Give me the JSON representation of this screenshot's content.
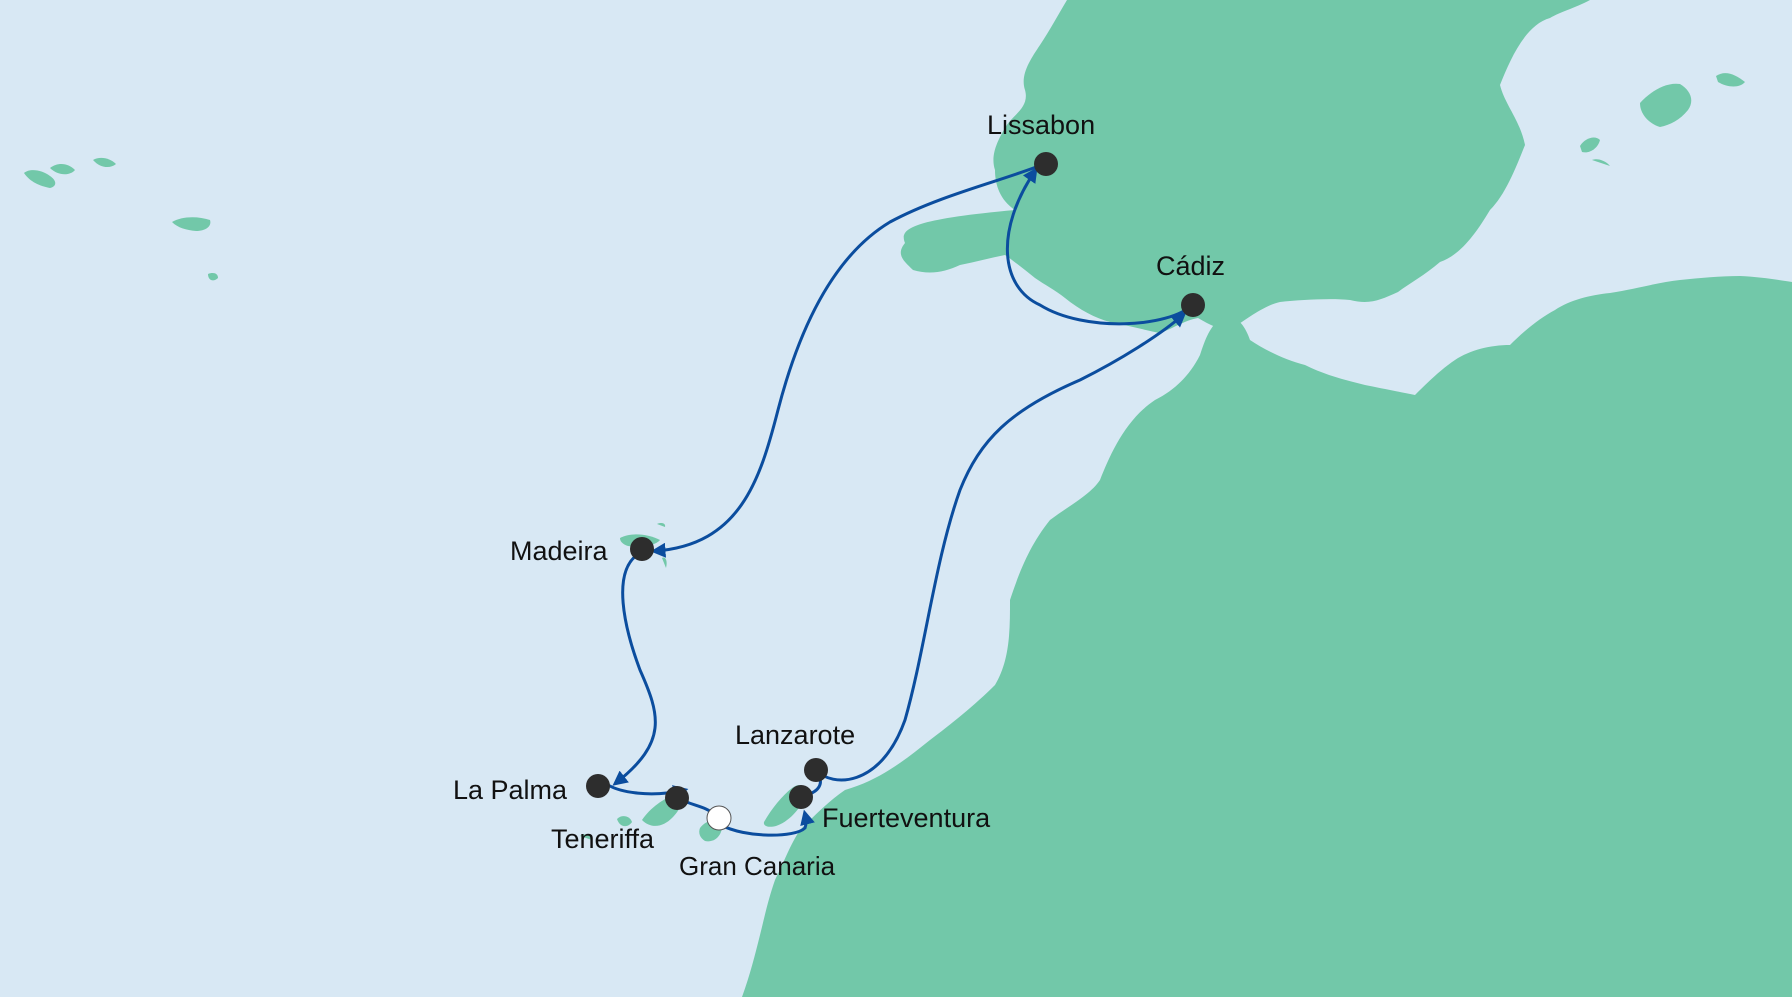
{
  "colors": {
    "sea": "#d8e8f4",
    "land": "#72c8a9",
    "route": "#0b4d9e",
    "port": "#2d2d2d",
    "start_port": "#ffffff"
  },
  "ports": [
    {
      "id": "lissabon",
      "name": "Lissabon",
      "marker": "filled"
    },
    {
      "id": "cadiz",
      "name": "Cádiz",
      "marker": "filled"
    },
    {
      "id": "madeira",
      "name": "Madeira",
      "marker": "filled"
    },
    {
      "id": "lanzarote",
      "name": "Lanzarote",
      "marker": "filled"
    },
    {
      "id": "fuerteventura",
      "name": "Fuerteventura",
      "marker": "filled"
    },
    {
      "id": "la-palma",
      "name": "La Palma",
      "marker": "filled"
    },
    {
      "id": "teneriffa",
      "name": "Teneriffa",
      "marker": "filled"
    },
    {
      "id": "gran-canaria",
      "name": "Gran Canaria",
      "marker": "open"
    }
  ],
  "route_order": [
    "Gran Canaria",
    "Fuerteventura",
    "Lanzarote",
    "Cádiz",
    "Lissabon",
    "Madeira",
    "La Palma",
    "Teneriffa",
    "Gran Canaria"
  ]
}
